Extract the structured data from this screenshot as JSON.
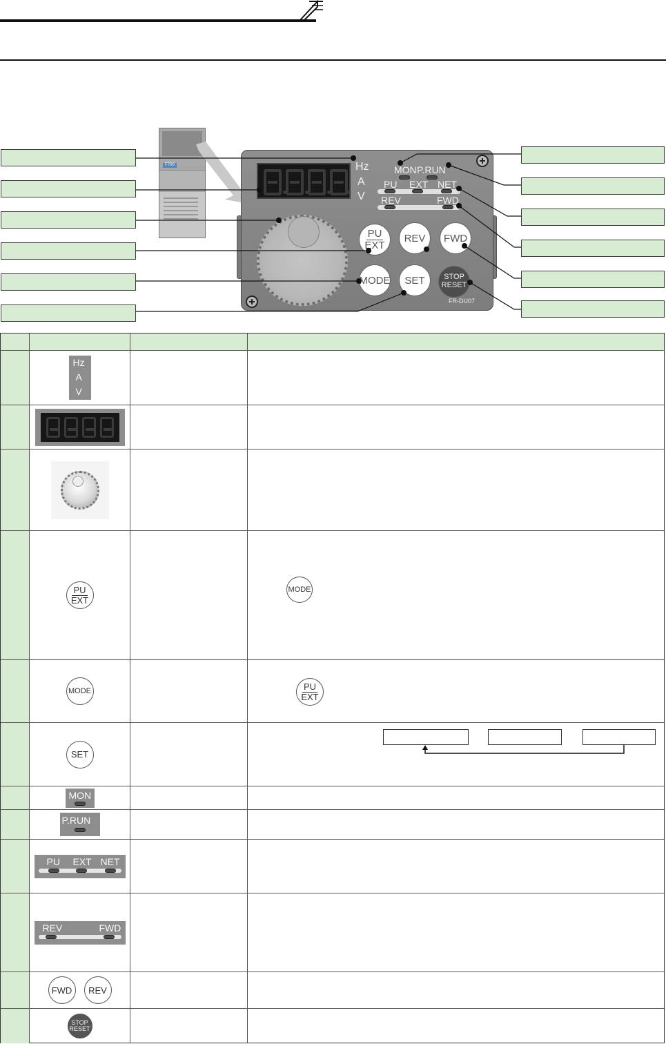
{
  "panel": {
    "units": [
      "Hz",
      "A",
      "V"
    ],
    "monitor_led_label": "MON",
    "prun_led_label": "P.RUN",
    "mode_leds": [
      "PU",
      "EXT",
      "NET"
    ],
    "dir_leds": [
      "REV",
      "FWD"
    ],
    "buttons": {
      "pu_ext_top": "PU",
      "pu_ext_bottom": "EXT",
      "rev": "REV",
      "fwd": "FWD",
      "mode": "MODE",
      "set": "SET",
      "stop_top": "STOP",
      "stop_bottom": "RESET"
    },
    "model": "FR-DU07"
  },
  "thumbnail": {
    "series_label": "F700"
  },
  "table": {
    "rows": [
      {
        "id": "units"
      },
      {
        "id": "display"
      },
      {
        "id": "dial"
      },
      {
        "id": "pu-ext"
      },
      {
        "id": "mode"
      },
      {
        "id": "set"
      },
      {
        "id": "mon-led"
      },
      {
        "id": "prun-led"
      },
      {
        "id": "op-mode-leds"
      },
      {
        "id": "rotation-leds"
      },
      {
        "id": "fwd-rev"
      },
      {
        "id": "stop-reset"
      }
    ]
  },
  "colors": {
    "label_fill": "#d7ecd2",
    "panel_gray": "#8a8a8a",
    "stop_button": "#4d4d4d"
  }
}
